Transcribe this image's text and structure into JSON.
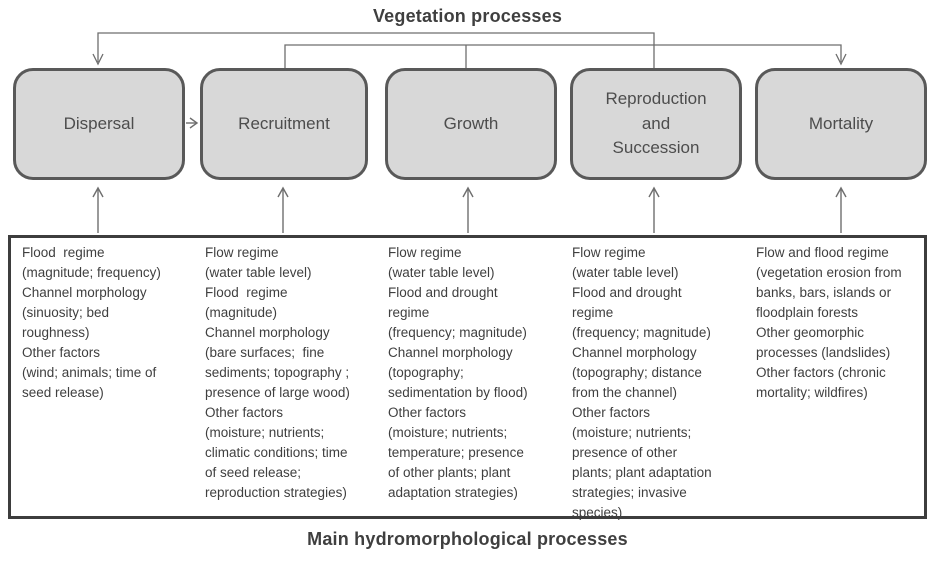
{
  "titles": {
    "top": "Vegetation processes",
    "bottom": "Main hydromorphological processes"
  },
  "process_boxes": [
    {
      "label": "Dispersal"
    },
    {
      "label": "Recruitment"
    },
    {
      "label": "Growth"
    },
    {
      "label": "Reproduction\nand\nSuccession"
    },
    {
      "label": "Mortality"
    }
  ],
  "driver_columns": [
    {
      "process": "Dispersal",
      "text": "Flood  regime\n(magnitude; frequency)\nChannel morphology\n(sinuosity; bed\nroughness)\nOther factors\n(wind; animals; time of\nseed release)"
    },
    {
      "process": "Recruitment",
      "text": "Flow regime\n(water table level)\nFlood  regime\n(magnitude)\nChannel morphology\n(bare surfaces;  fine\nsediments; topography ;\npresence of large wood)\nOther factors\n(moisture; nutrients;\nclimatic conditions; time\nof seed release;\nreproduction strategies)"
    },
    {
      "process": "Growth",
      "text": "Flow regime\n(water table level)\nFlood and drought\nregime\n(frequency; magnitude)\nChannel morphology\n(topography;\nsedimentation by flood)\nOther factors\n(moisture; nutrients;\ntemperature; presence\nof other plants; plant\nadaptation strategies)"
    },
    {
      "process": "Reproduction and Succession",
      "text": "Flow regime\n(water table level)\nFlood and drought\nregime\n(frequency; magnitude)\nChannel morphology\n(topography; distance\nfrom the channel)\nOther factors\n(moisture; nutrients;\npresence of other\nplants; plant adaptation\nstrategies; invasive\nspecies)"
    },
    {
      "process": "Mortality",
      "text": "Flow and flood regime\n(vegetation erosion from\nbanks, bars, islands or\nfloodplain forests\nOther geomorphic\nprocesses (landslides)\nOther factors (chronic\nmortality; wildfires)"
    }
  ],
  "connectors": {
    "upper_feedback": "Reproduction and Succession to Dispersal",
    "lower_feedback": "Recruitment and Growth to Mortality",
    "sequence_arrow": "Dispersal to Recruitment",
    "upward_arrows": "Main hydromorphological processes box to each vegetation process box"
  },
  "colors": {
    "box_fill": "#d8d8d8",
    "box_border": "#595959",
    "outer_box_border": "#3d3d3d",
    "line": "#6e6e6e",
    "text": "#3f3f3f"
  }
}
